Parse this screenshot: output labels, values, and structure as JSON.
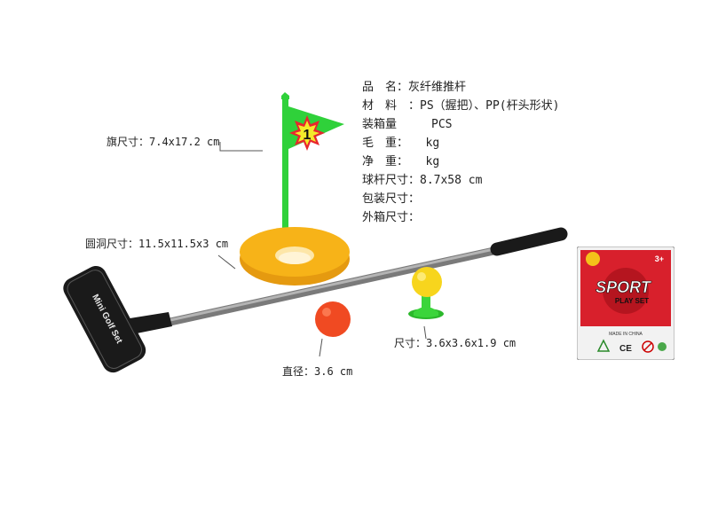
{
  "specs": {
    "name": "品　名：灰纤维推杆",
    "material": "材　料　：PS（握把）、PP(杆头形状)",
    "packing_qty": "装箱量　　　PCS",
    "gross_weight": "毛　重：　　kg",
    "net_weight": "净　重：　　kg",
    "club_size": "球杆尺寸：8.7x58 cm",
    "package_size": "包装尺寸：",
    "carton_size": "外箱尺寸："
  },
  "labels": {
    "flag_size": "旗尺寸：7.4x17.2 cm",
    "hole_size": "圆洞尺寸：11.5x11.5x3 cm",
    "tee_size": "尺寸：3.6x3.6x1.9 cm",
    "ball_diameter": "直径：3.6 cm"
  },
  "product_text": {
    "flag_number": "1",
    "putter_head": "Mini Golf Set",
    "card_brand": "SPORT",
    "card_sub": "PLAY SET",
    "card_age": "3+",
    "card_made_in": "MADE IN CHINA",
    "card_ce": "CE"
  },
  "colors": {
    "flag_green": "#2fd13a",
    "flag_star": "#f4ea2a",
    "hole_orange": "#f7b318",
    "ball_red": "#f04a22",
    "tee_ball_yellow": "#f7d51d",
    "tee_green": "#3bd53b",
    "shaft_gray": "#8a8a8a",
    "grip_black": "#1a1a1a",
    "card_red": "#d8202c"
  }
}
